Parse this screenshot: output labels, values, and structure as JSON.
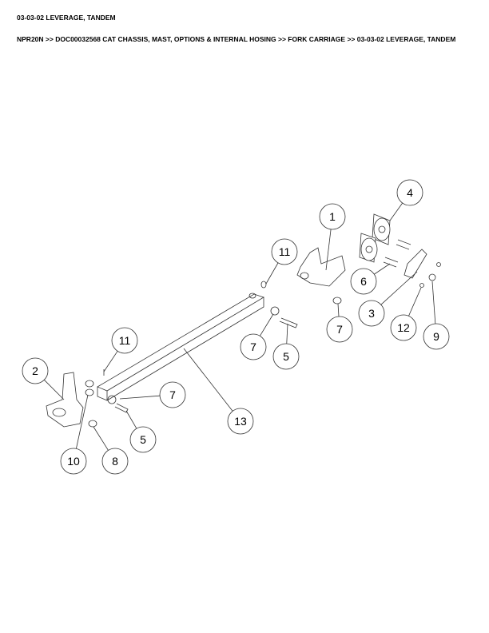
{
  "title": "03-03-02 LEVERAGE, TANDEM",
  "breadcrumb": "NPR20N >> DOC00032568 CAT CHASSIS, MAST, OPTIONS & INTERNAL HOSING >> FORK CARRIAGE >> 03-03-02 LEVERAGE, TANDEM",
  "callouts": [
    "4",
    "1",
    "11",
    "6",
    "3",
    "12",
    "9",
    "7",
    "7",
    "5",
    "11",
    "2",
    "7",
    "13",
    "5",
    "10",
    "8"
  ]
}
